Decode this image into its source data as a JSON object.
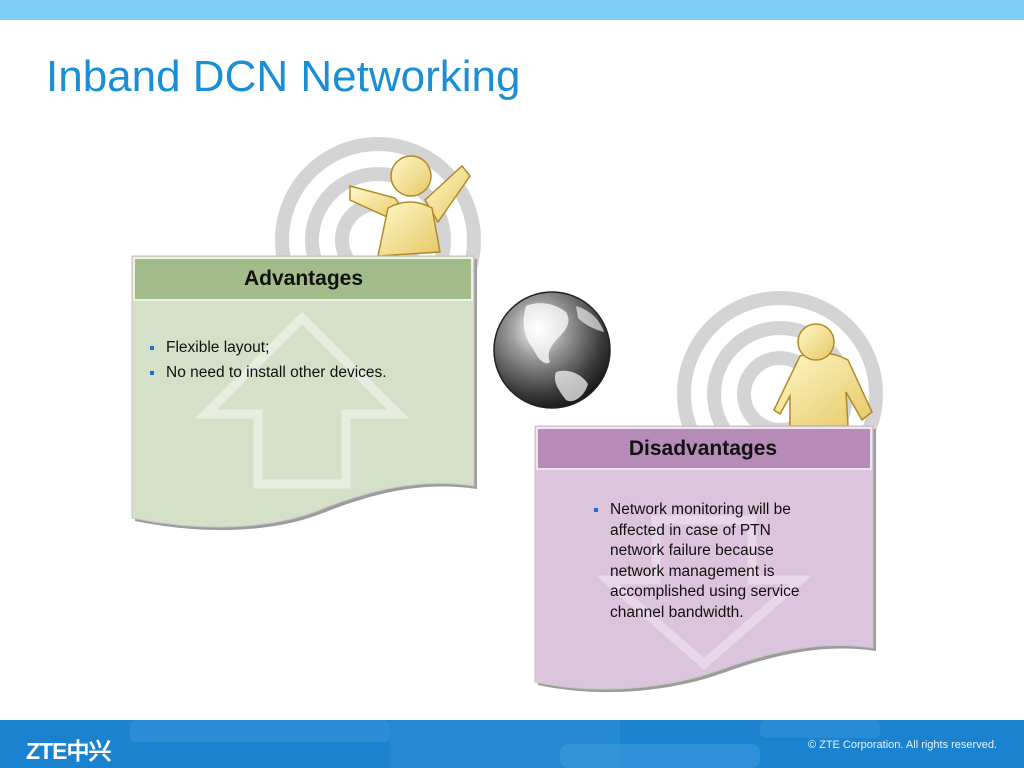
{
  "slide": {
    "title": "Inband DCN Networking"
  },
  "advantages": {
    "heading": "Advantages",
    "items": [
      "Flexible layout;",
      "No need to install other devices."
    ]
  },
  "disadvantages": {
    "heading": "Disadvantages",
    "items": [
      "Network monitoring will be affected in case of PTN network failure because network management is accomplished using service channel bandwidth."
    ]
  },
  "footer": {
    "logo": "ZTE中兴",
    "copyright": "© ZTE Corporation. All rights reserved."
  },
  "colors": {
    "title": "#1a8fd6",
    "top_bar": "#7ecdf4",
    "footer": "#1a82cf",
    "advantages_header": "#a3bd8a",
    "advantages_body": "#d5e0c8",
    "disadvantages_header": "#b68bb8",
    "disadvantages_body": "#dcc4dc"
  },
  "icons": [
    "happy-person-icon",
    "person-icon",
    "globe-icon",
    "up-arrow-icon",
    "down-arrow-icon"
  ]
}
